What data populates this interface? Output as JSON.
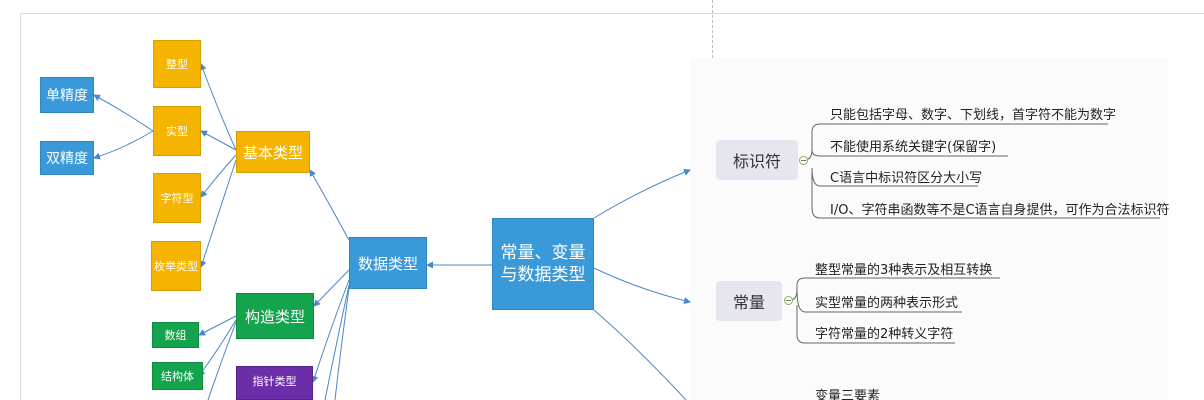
{
  "center": {
    "label_line1": "常量、变量",
    "label_line2": "与数据类型"
  },
  "data_types": {
    "label": "数据类型",
    "basic": {
      "label": "基本类型",
      "children": {
        "integer": "整型",
        "real": "实型",
        "char": "字符型",
        "enum": "枚举类型"
      },
      "real_children": {
        "single": "单精度",
        "double": "双精度"
      }
    },
    "construct": {
      "label": "构造类型",
      "children": {
        "array": "数组",
        "struct": "结构体"
      }
    },
    "pointer": {
      "label": "指针类型"
    }
  },
  "identifier": {
    "label": "标识符",
    "rules": [
      "只能包括字母、数字、下划线，首字符不能为数字",
      "不能使用系统关键字(保留字)",
      "C语言中标识符区分大小写",
      "I/O、字符串函数等不是C语言自身提供，可作为合法标识符"
    ]
  },
  "constant": {
    "label": "常量",
    "items": [
      "整型常量的3种表示及相互转换",
      "实型常量的两种表示形式",
      "字符常量的2种转义字符"
    ]
  },
  "variable": {
    "first_item": "变量三要素"
  },
  "colors": {
    "blue": "#3a9ad9",
    "orange": "#f5b400",
    "green": "#14a44d",
    "purple": "#6b2ea8",
    "link": "#4a88c7"
  }
}
